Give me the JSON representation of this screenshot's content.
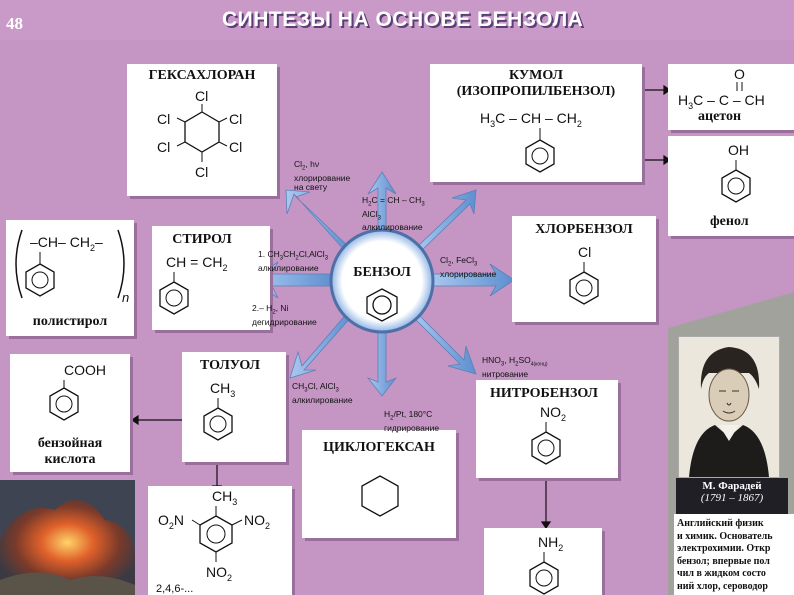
{
  "page_number": "48",
  "title": "СИНТЕЗЫ НА ОСНОВЕ БЕНЗОЛА",
  "center": {
    "label": "БЕНЗОЛ"
  },
  "boxes": {
    "hexachlorane": {
      "label": "ГЕКСАХЛОРАН",
      "cl": "Cl"
    },
    "cumene": {
      "label1": "КУМОЛ",
      "label2": "(ИЗОПРОПИЛБЕНЗОЛ)",
      "formula_parts": [
        "H",
        "3",
        "C",
        "CH",
        "CH",
        "2"
      ]
    },
    "acetone": {
      "label": "ацетон",
      "o": "O",
      "h3c": "H",
      "c": "C",
      "ch": "CH"
    },
    "phenol": {
      "label": "фенол",
      "oh": "OH"
    },
    "chlorobenzene": {
      "label": "ХЛОРБЕНЗОЛ",
      "cl": "Cl"
    },
    "styrene": {
      "label": "СТИРОЛ",
      "formula": "CH",
      "formula2": "CH"
    },
    "polystyrene": {
      "label": "полистирол",
      "chain": "CH",
      "chain2": "CH",
      "n": "n"
    },
    "toluene": {
      "label": "ТОЛУОЛ",
      "ch3": "CH"
    },
    "benzoic_acid": {
      "label1": "бензойная",
      "label2": "кислота",
      "cooh": "COOH"
    },
    "cyclohexane": {
      "label": "ЦИКЛОГЕКСАН"
    },
    "nitrobenzene": {
      "label": "НИТРОБЕНЗОЛ",
      "no2": "NO"
    },
    "aniline": {
      "nh2": "NH"
    },
    "tnt": {
      "ch3": "CH",
      "o2n": "O",
      "no2_right": "NO",
      "no2_bottom": "NO",
      "caption": "2,4,6-..."
    }
  },
  "conditions": {
    "chlorination_light": [
      "Cl",
      "2",
      ", hν",
      "хлорирование",
      "на свету"
    ],
    "propylene": [
      "H",
      "2",
      "C = CH – CH",
      "3",
      "AlCl",
      "3",
      "алкилирование"
    ],
    "fecl3": [
      "Cl",
      "2",
      ", FeCl",
      "3",
      "хлорирование"
    ],
    "styrene_steps": [
      "1. CH",
      "3",
      "CH",
      "2",
      "Cl,AlCl",
      "3",
      "алкилирование",
      "2.– H",
      "2",
      ", Ni",
      "дегидрирование"
    ],
    "ch3cl": [
      "CH",
      "3",
      "Cl, AlCl",
      "3",
      "алкилирование"
    ],
    "hydrogenation": [
      "H",
      "2",
      "/Pt, 180°C",
      "гидрирование"
    ],
    "nitration": [
      "HNO",
      "3",
      ", H",
      "2",
      "SO",
      "4(конц)",
      "нитрование"
    ]
  },
  "portrait": {
    "name": "М. Фарадей",
    "years": "(1791 – 1867)",
    "bio_lines": [
      "Английский физик",
      "и химик. Основатель",
      "электрохимии. Откр",
      "бензол; впервые пол",
      "чил в жидком состо",
      "ний хлор, сероводор"
    ]
  },
  "colors": {
    "background": "#c596c4",
    "arrow": "#7ea9dd",
    "box": "#ffffff"
  }
}
